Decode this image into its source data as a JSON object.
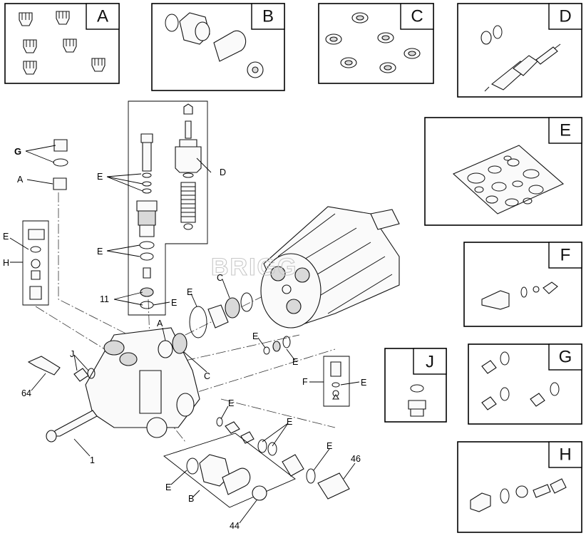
{
  "kits": [
    {
      "id": "A",
      "letter": "A"
    },
    {
      "id": "B",
      "letter": "B"
    },
    {
      "id": "C",
      "letter": "C"
    },
    {
      "id": "D",
      "letter": "D"
    },
    {
      "id": "E",
      "letter": "E"
    },
    {
      "id": "F",
      "letter": "F"
    },
    {
      "id": "J",
      "letter": "J"
    },
    {
      "id": "G",
      "letter": "G"
    },
    {
      "id": "H",
      "letter": "H"
    }
  ],
  "callouts": {
    "g_left": "G",
    "a_left": "A",
    "e_d_top": "E",
    "d_right": "D",
    "e_d_mid": "E",
    "e_h": "E",
    "h_left": "H",
    "n11": "11",
    "e_11": "E",
    "a_mid": "A",
    "e_mid": "E",
    "c_mid": "C",
    "c_low": "C",
    "e_r1": "E",
    "e_r2": "E",
    "j_left": "J",
    "n64": "64",
    "f_left": "F",
    "e_f": "E",
    "e_low1": "E",
    "e_low2": "E",
    "e_low3": "E",
    "n46": "46",
    "n1": "1",
    "e_b": "E",
    "b_low": "B",
    "n44": "44"
  },
  "watermark": "BRIGG"
}
